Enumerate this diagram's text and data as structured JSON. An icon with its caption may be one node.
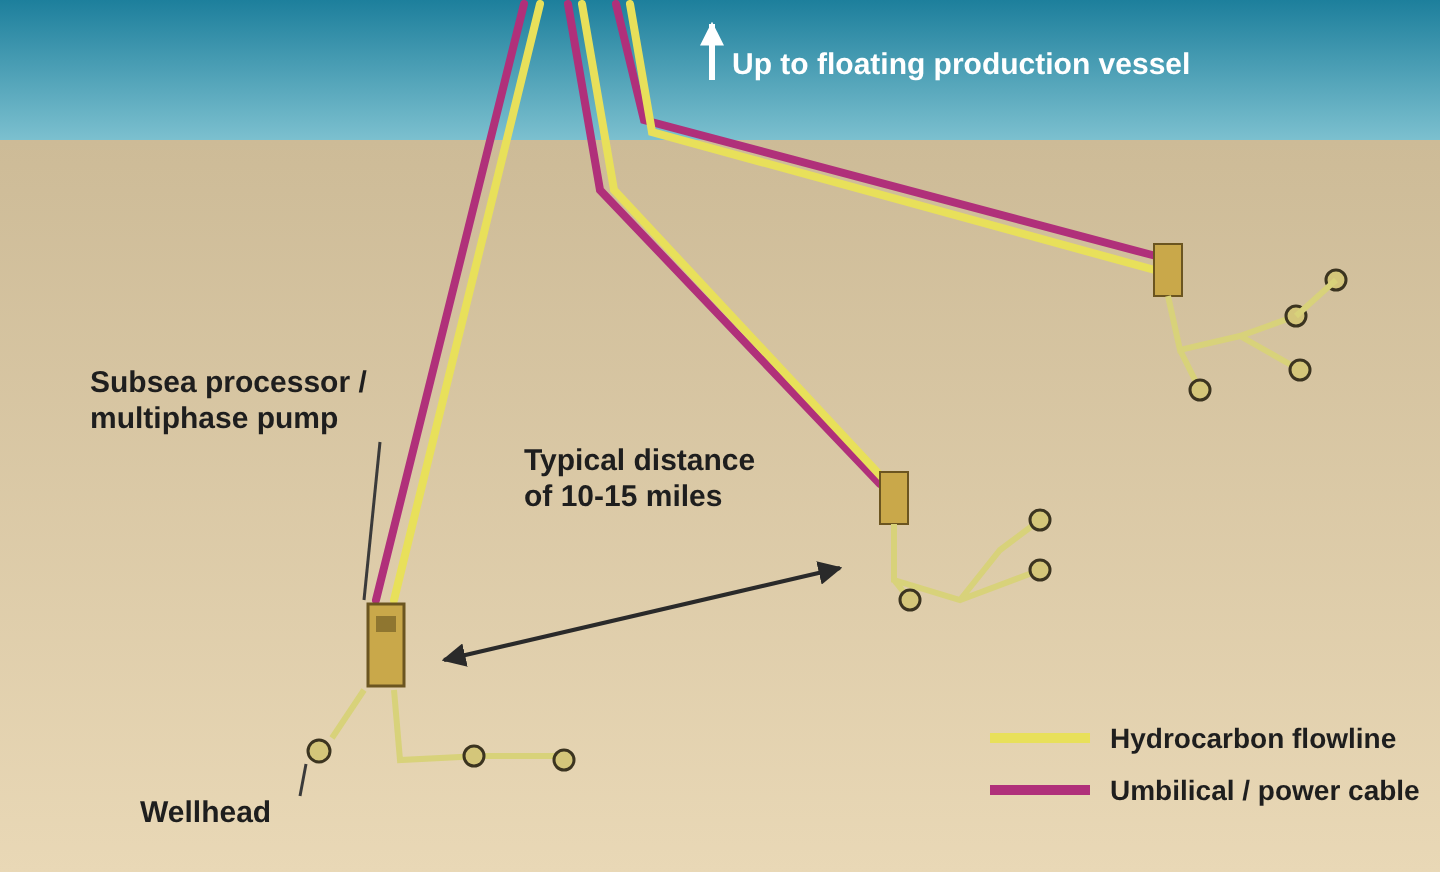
{
  "diagram": {
    "nodes": [
      {
        "text": [
          "Subsea processor / multiphase pump"
        ]
      },
      {
        "text": [],
        "shape": "picture"
      },
      {
        "text": [
          "Wellhead"
        ]
      },
      {
        "text": [],
        "shape": "circle"
      }
    ],
    "edges": [
      {
        "from": 0,
        "to": 1,
        "arrow": "none"
      },
      {
        "from": 2,
        "to": 3,
        "arrow": "none"
      },
      {
        "from": 1,
        "to": 3,
        "arrow": "none",
        "style": "thick",
        "color": "#d8d27a"
      }
    ],
    "labels": [
      "Up to floating production vessel",
      "Typical distance of 10-15 miles"
    ],
    "legend": [
      {
        "text": "Hydrocarbon flowline"
      },
      {
        "text": "Umbilical / power cable"
      }
    ]
  }
}
